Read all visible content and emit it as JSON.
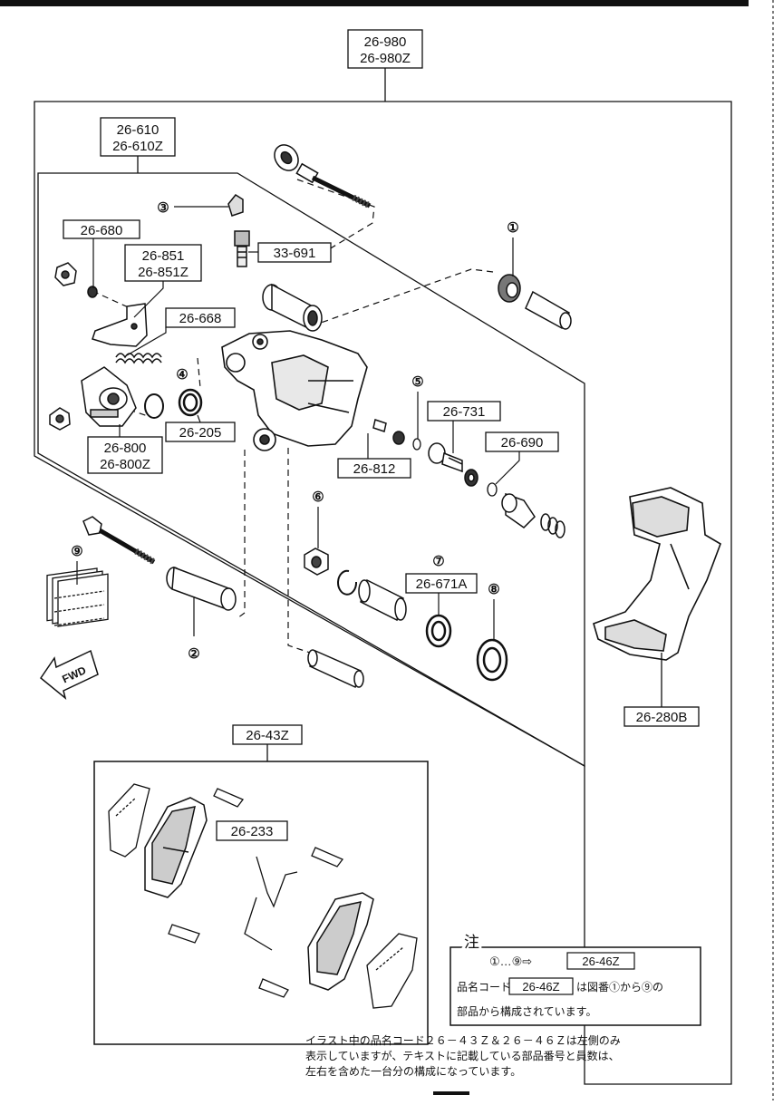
{
  "labels": {
    "assembly": [
      "26-980",
      "26-980Z"
    ],
    "caliper": [
      "26-610",
      "26-610Z"
    ],
    "washer": "26-680",
    "bracket": [
      "26-851",
      "26-851Z"
    ],
    "spring": "26-668",
    "bleeder": "33-691",
    "seal_kit": "26-205",
    "lever": [
      "26-800",
      "26-800Z"
    ],
    "pin": "26-812",
    "shaft": "26-731",
    "oring": "26-690",
    "piston": "26-671A",
    "carrier": "26-280B",
    "pad_set": "26-43Z",
    "shim": "26-233"
  },
  "callouts": [
    "①",
    "②",
    "③",
    "④",
    "⑤",
    "⑥",
    "⑦",
    "⑧",
    "⑨"
  ],
  "fwd": "FWD",
  "note": {
    "title": "注",
    "line1_range": "①…⑨⇨",
    "line1_code": "26-46Z",
    "line2_prefix": "品名コード",
    "line2_code": "26-46Z",
    "line2_suffix": "は図番①から⑨の",
    "line3": "部品から構成されています。"
  },
  "footer": [
    "イラスト中の品名コード２６－４３Ｚ＆２６－４６Ｚは左側のみ",
    "表示していますが、テキストに記載している部品番号と員数は、",
    "左右を含めた一台分の構成になっています。"
  ]
}
